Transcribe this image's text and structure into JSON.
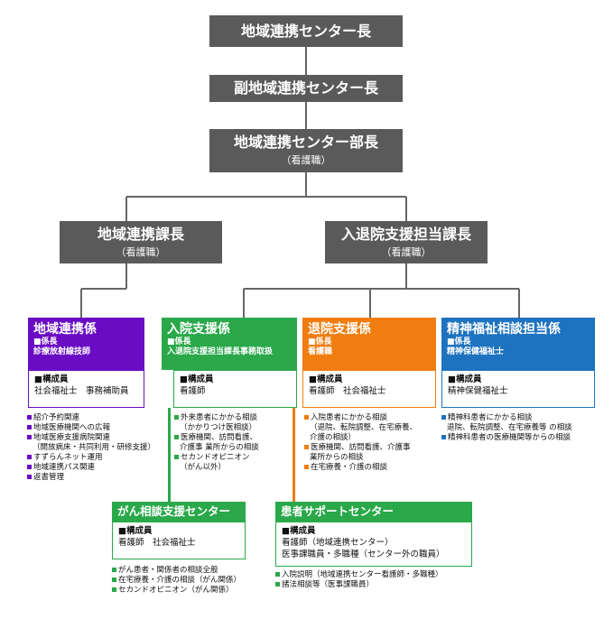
{
  "colors": {
    "gray": "#5a5a5a",
    "purple": "#6a0cc4",
    "green": "#2aa84a",
    "orange": "#f07d10",
    "blue": "#1e73c0"
  },
  "top": {
    "director": "地域連携センター長",
    "deputy": "副地域連携センター長",
    "manager": "地域連携センター部長",
    "manager_note": "（看護職）"
  },
  "mid": {
    "left_title": "地域連携課長",
    "left_note": "（看護職）",
    "right_title": "入退院支援担当課長",
    "right_note": "（看護職）"
  },
  "depts": {
    "renkei": {
      "title": "地域連携係",
      "role": "■係長",
      "role_detail": "診療放射線技師",
      "members_label": "■構成員",
      "members": "社会福祉士　事務補助員",
      "items": [
        "紹介予約関連",
        "地域医療機関への広報",
        "地域医療支援病院関連"
      ],
      "items_sub": "（開放病床・共同利用・研修支援）",
      "items2": [
        "すずらんネット運用",
        "地域連携パス関連",
        "返書管理"
      ]
    },
    "nyuin": {
      "title": "入院支援係",
      "role": "■係長",
      "role_detail": "入退院支援担当課長事務取扱",
      "members_label": "■構成員",
      "members": "看護師",
      "items": [
        "外来患者にかかる相談",
        "医療機関、訪問看護、",
        "セカンドオピニオン"
      ],
      "items_sub": [
        "（かかりつけ医相談）",
        "介護事 業所からの相談",
        "（がん以外）"
      ]
    },
    "taiin": {
      "title": "退院支援係",
      "role": "■係長",
      "role_detail": "看護職",
      "members_label": "■構成員",
      "members": "看護師　社会福祉士",
      "items": [
        "入院患者にかかる相談",
        "医療機関、訪問看護、介護事",
        "在宅療養・介護の相談"
      ],
      "items_sub": [
        "（退院、転院調整、在宅療養、",
        "介護の相談）",
        "業所からの相談"
      ]
    },
    "seishin": {
      "title": "精神福祉相談担当係",
      "role": "■係長",
      "role_detail": "精神保健福祉士",
      "members_label": "■構成員",
      "members": "精神保健福祉士",
      "items": [
        "精神科患者にかかる相談",
        "精神科患者の医療機関等からの相談"
      ],
      "items_sub": "退院、転院調整、在宅療養等 の相談"
    },
    "gan": {
      "title": "がん相談支援センター",
      "members_label": "■構成員",
      "members": "看護師　社会福祉士",
      "items": [
        "がん患者・関係者の相談全般",
        "在宅療養・介護の相談（がん関係）",
        "セカンドオピニオン（がん関係）"
      ]
    },
    "kanja": {
      "title": "患者サポートセンター",
      "members_label": "■構成員",
      "members": "看護師（地域連携センター）",
      "members2": "医事課職員・多職種（センター外の職員）",
      "items": [
        "入院説明（地域連携センター看護師・多職種）",
        "諸法相談等（医事課職員）"
      ]
    }
  }
}
